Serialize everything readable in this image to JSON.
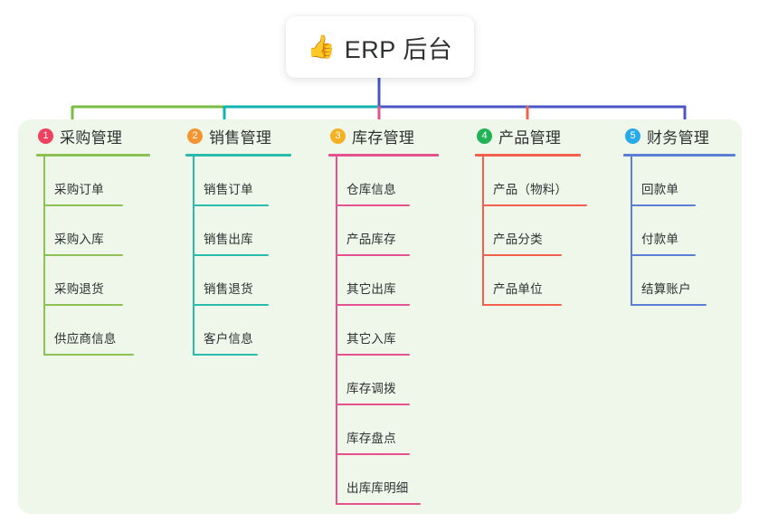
{
  "root": {
    "icon": "thumbs-up-icon",
    "icon_glyph": "👍",
    "title": "ERP 后台"
  },
  "palette": {
    "panel_background": "#eef7e9",
    "page_background": "#ffffff",
    "text": "#2f3133"
  },
  "connectors": {
    "trunk_color": "#4a56c4",
    "segments": [
      {
        "name": "segment-green",
        "color": "#79bd42"
      },
      {
        "name": "segment-teal",
        "color": "#10b4b0"
      },
      {
        "name": "segment-blue",
        "color": "#4a56c4"
      }
    ],
    "drops": [
      {
        "name": "drop-branch-1",
        "color": "#79bd42"
      },
      {
        "name": "drop-branch-2",
        "color": "#10b4b0"
      },
      {
        "name": "drop-branch-3",
        "color": "#e6518f"
      },
      {
        "name": "drop-branch-4",
        "color": "#f4604f"
      },
      {
        "name": "drop-branch-5",
        "color": "#4a56c4"
      }
    ]
  },
  "branches": [
    {
      "number": "1",
      "title": "采购管理",
      "badge_color": "#ef4060",
      "line_color": "#8cc153",
      "items": [
        {
          "label": "采购订单"
        },
        {
          "label": "采购入库"
        },
        {
          "label": "采购退货"
        },
        {
          "label": "供应商信息"
        }
      ]
    },
    {
      "number": "2",
      "title": "销售管理",
      "badge_color": "#f59432",
      "line_color": "#2bbbad",
      "items": [
        {
          "label": "销售订单"
        },
        {
          "label": "销售出库"
        },
        {
          "label": "销售退货"
        },
        {
          "label": "客户信息"
        }
      ]
    },
    {
      "number": "3",
      "title": "库存管理",
      "badge_color": "#f5b024",
      "line_color": "#e6518f",
      "items": [
        {
          "label": "仓库信息"
        },
        {
          "label": "产品库存"
        },
        {
          "label": "其它出库"
        },
        {
          "label": "其它入库"
        },
        {
          "label": "库存调拨"
        },
        {
          "label": "库存盘点"
        },
        {
          "label": "出库库明细"
        }
      ]
    },
    {
      "number": "4",
      "title": "产品管理",
      "badge_color": "#21b355",
      "line_color": "#f4604f",
      "items": [
        {
          "label": "产品（物料）"
        },
        {
          "label": "产品分类"
        },
        {
          "label": "产品单位"
        }
      ]
    },
    {
      "number": "5",
      "title": "财务管理",
      "badge_color": "#29a9e8",
      "line_color": "#5b7fd4",
      "items": [
        {
          "label": "回款单"
        },
        {
          "label": "付款单"
        },
        {
          "label": "结算账户"
        }
      ]
    }
  ]
}
